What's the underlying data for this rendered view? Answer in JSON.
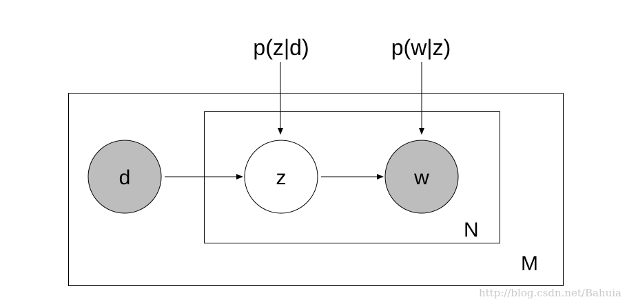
{
  "params": {
    "p_z_given_d": "p(z|d)",
    "p_w_given_z": "p(w|z)"
  },
  "nodes": {
    "d": {
      "label": "d",
      "observed": true
    },
    "z": {
      "label": "z",
      "observed": false
    },
    "w": {
      "label": "w",
      "observed": true
    }
  },
  "plates": {
    "outer": {
      "label": "M"
    },
    "inner": {
      "label": "N"
    }
  },
  "colors": {
    "observed_fill": "#bdbdbd",
    "latent_fill": "#ffffff",
    "line": "#000000"
  },
  "watermark": {
    "text": "http://blog.csdn.net/Bahuia"
  }
}
